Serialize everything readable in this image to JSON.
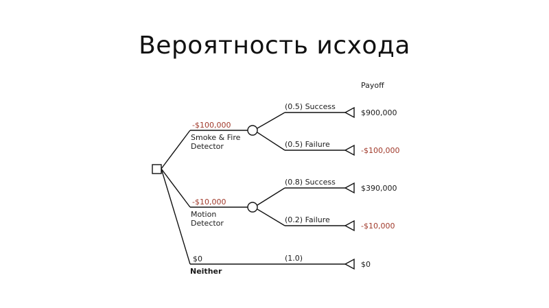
{
  "title": "Вероятность исхода",
  "payoff_header": "Payoff",
  "decision": {
    "options": [
      {
        "cost": "-$100,000",
        "label_line1": "Smoke & Fire",
        "label_line2": "Detector",
        "outcomes": [
          {
            "label": "(0.5) Success",
            "payoff": "$900,000"
          },
          {
            "label": "(0.5) Failure",
            "payoff": "-$100,000"
          }
        ]
      },
      {
        "cost": "-$10,000",
        "label_line1": "Motion",
        "label_line2": "Detector",
        "outcomes": [
          {
            "label": "(0.8) Success",
            "payoff": "$390,000"
          },
          {
            "label": "(0.2) Failure",
            "payoff": "-$10,000"
          }
        ]
      },
      {
        "cost": "$0",
        "label_line1": "Neither",
        "label_line2": "",
        "outcomes": [
          {
            "label": "(1.0)",
            "payoff": "$0"
          }
        ]
      }
    ]
  },
  "colors": {
    "line": "#111111",
    "negative_value": "#a0392a",
    "text": "#1a1a1a"
  }
}
